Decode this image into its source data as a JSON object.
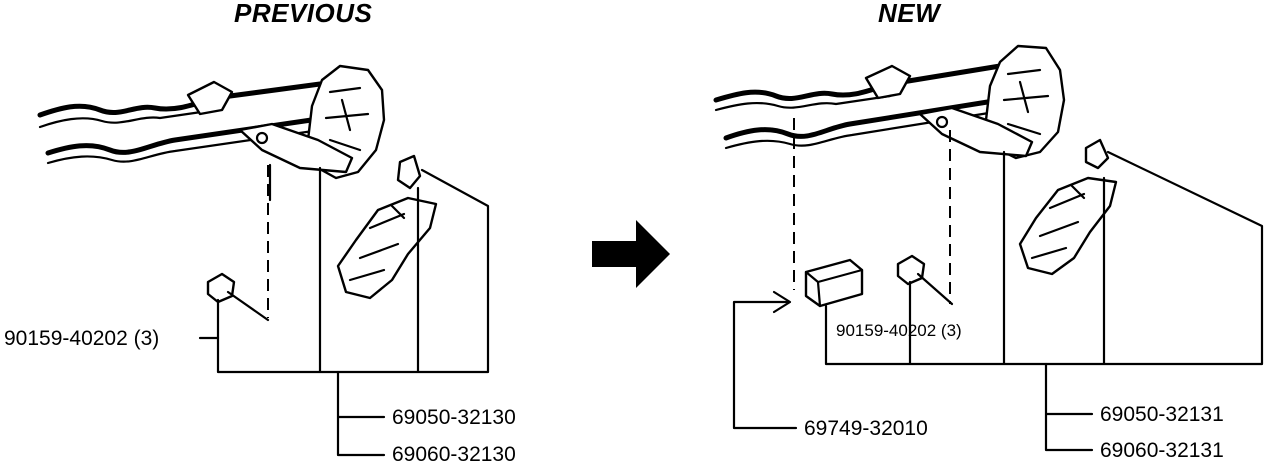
{
  "headings": {
    "previous": "PREVIOUS",
    "new": "NEW"
  },
  "previous": {
    "bolt_label": "90159-40202 (3)",
    "part_label_1": "69050-32130",
    "part_label_2": "69060-32130"
  },
  "new": {
    "bolt_label": "90159-40202 (3)",
    "module_label": "69749-32010",
    "part_label_1": "69050-32131",
    "part_label_2": "69060-32131"
  },
  "icons": {
    "transition_arrow": "right-arrow-icon"
  }
}
